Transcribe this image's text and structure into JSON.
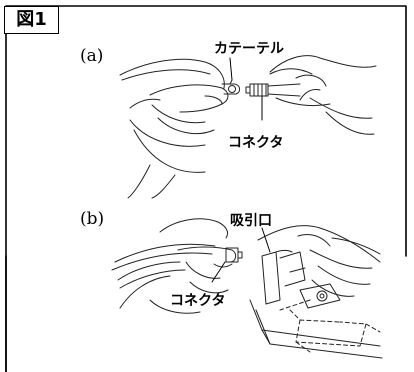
{
  "figure": {
    "label": "図1",
    "panel_a": {
      "label": "(a)",
      "callouts": {
        "catheter": "カテーテル",
        "connector": "コネクタ"
      }
    },
    "panel_b": {
      "label": "(b)",
      "callouts": {
        "suction_port": "吸引口",
        "connector": "コネクタ"
      }
    }
  }
}
